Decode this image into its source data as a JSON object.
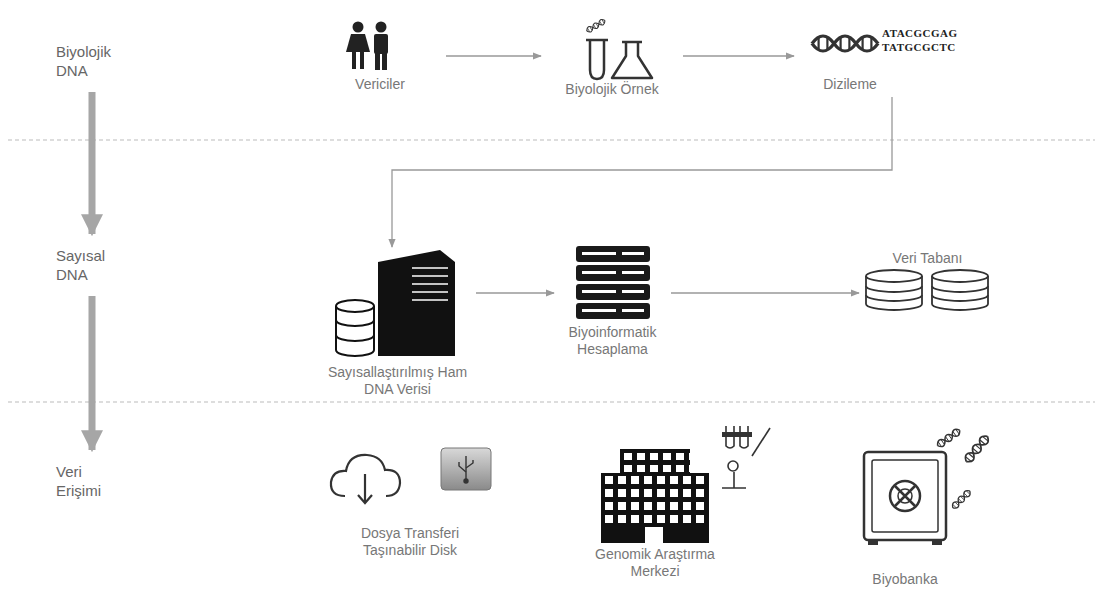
{
  "diagram": {
    "nodes": [
      {
        "text": [
          "Biyolojik DNA"
        ]
      },
      {
        "text": [
          "Sayısal DNA"
        ]
      },
      {
        "text": [
          "Veri Erişimi"
        ]
      },
      {
        "text": [
          "Vericiler"
        ]
      },
      {
        "text": [
          "Biyolojik Örnek"
        ]
      },
      {
        "text": [
          "Dizileme"
        ]
      },
      {
        "text": [
          "Sayısallaştırılmış Ham DNA Verisi"
        ]
      },
      {
        "text": [
          "Biyoinformatik Hesaplama"
        ]
      },
      {
        "text": [
          "Veri Tabanı"
        ]
      },
      {
        "text": [
          "Dosya Transferi Taşınabilir Disk"
        ]
      },
      {
        "text": [
          "Genomik Araştırma Merkezi"
        ]
      },
      {
        "text": [
          "Biyobanka"
        ]
      }
    ],
    "edges": [
      {
        "from": 0,
        "to": 1,
        "arrow": "to"
      },
      {
        "from": 1,
        "to": 2,
        "arrow": "to"
      },
      {
        "from": 3,
        "to": 4,
        "arrow": "to"
      },
      {
        "from": 4,
        "to": 5,
        "arrow": "to"
      },
      {
        "from": 5,
        "to": 6,
        "arrow": "to"
      },
      {
        "from": 6,
        "to": 7,
        "arrow": "to"
      },
      {
        "from": 7,
        "to": 8,
        "arrow": "to"
      }
    ],
    "labels": [
      "ATACGCGAG",
      "TATGCGCTC"
    ]
  }
}
